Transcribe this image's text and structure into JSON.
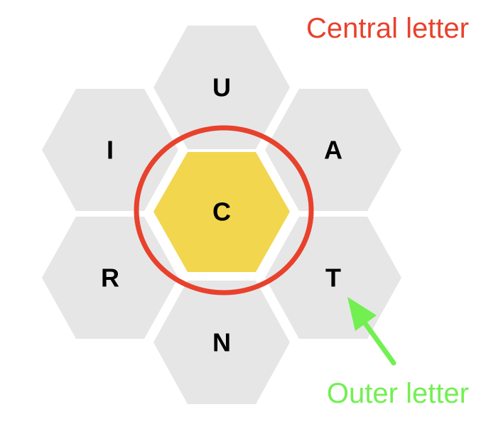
{
  "puzzle": {
    "center_letter": "C",
    "outer_letters": {
      "top": "U",
      "upper_left": "I",
      "upper_right": "A",
      "lower_left": "R",
      "lower_right": "T",
      "bottom": "N"
    }
  },
  "annotations": {
    "central_label": "Central letter",
    "outer_label": "Outer letter"
  },
  "colors": {
    "outer_hex": "#e6e6e6",
    "center_hex": "#f2d64e",
    "central_annotation": "#e8412c",
    "outer_annotation": "#72f051",
    "letter": "#000000"
  },
  "icons": {
    "central_marker": "ring",
    "outer_marker": "arrow"
  }
}
